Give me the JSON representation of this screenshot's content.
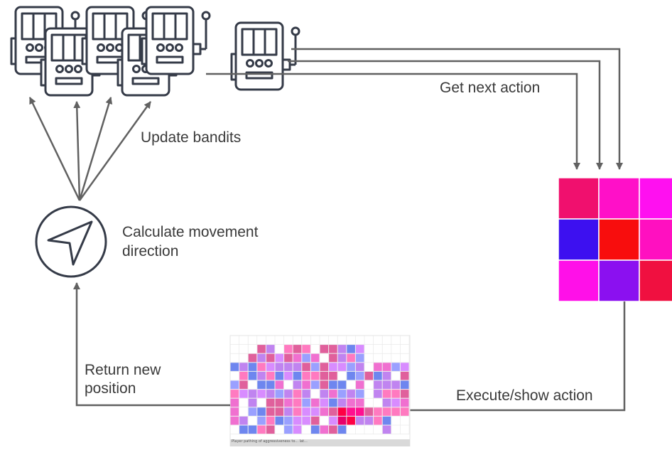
{
  "labels": {
    "update_bandits": "Update bandits",
    "get_next_action": "Get next action",
    "calculate_line1": "Calculate movement",
    "calculate_line2": "direction",
    "return_line1": "Return new",
    "return_line2": "position",
    "execute_show": "Execute/show action"
  },
  "map_caption": "Player pathing of aggressiveness to... lat...",
  "colors": {
    "icon_stroke": "#353b48",
    "arrow": "#616161",
    "text": "#3a3a3a"
  },
  "action_grid": [
    [
      "#f0106e",
      "#ff10c8",
      "#ff10f0"
    ],
    [
      "#3d10f0",
      "#f80d0d",
      "#ff10c0"
    ],
    [
      "#ff10e8",
      "#8b10f0",
      "#f01040"
    ]
  ],
  "map_palette": [
    "#6e86ef",
    "#e0609c",
    "#f070d0",
    "#c084f0",
    "#ff7ac0",
    "#9aa0ff",
    "#d88cff"
  ],
  "map_highlight": [
    "#ff0044",
    "#ff1090",
    "#e8006a"
  ]
}
